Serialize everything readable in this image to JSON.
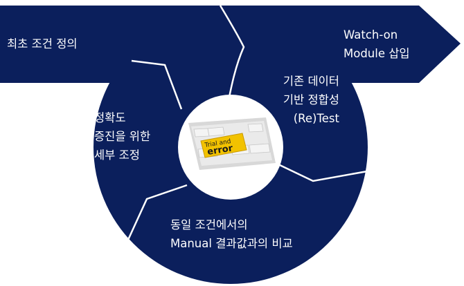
{
  "colors": {
    "navy": "#0b1f5c",
    "text": "#ffffff",
    "keyboard_gray": "#c9c9c9",
    "key_yellow": "#f2c200"
  },
  "icons": {
    "center_image": "trial-and-error-keyboard-icon"
  },
  "steps": [
    {
      "lines": [
        "최초 조건 정의"
      ]
    },
    {
      "lines": [
        "Watch-on",
        "Module 삽입"
      ]
    },
    {
      "lines": [
        "기존 데이터",
        "기반 정합성",
        "(Re)Test"
      ]
    },
    {
      "lines": [
        "동일 조건에서의",
        "Manual 결과값과의 비교"
      ]
    },
    {
      "lines": [
        "정확도",
        "증진을 위한",
        "세부 조정"
      ]
    }
  ],
  "center_key": {
    "line1": "Trial and",
    "line2": "error"
  }
}
